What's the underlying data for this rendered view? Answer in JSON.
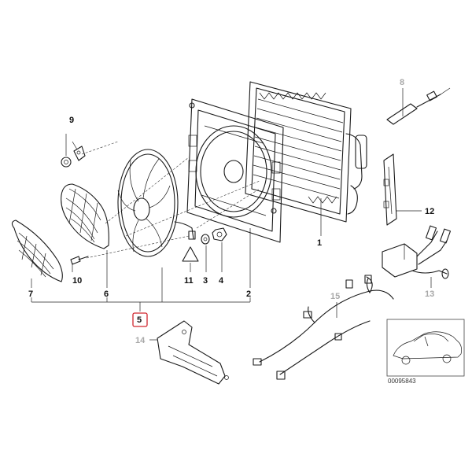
{
  "diagram": {
    "reference_code": "00095843",
    "highlighted_callout": "5",
    "callouts": [
      {
        "id": "c1",
        "label": "1",
        "muted": false
      },
      {
        "id": "c2",
        "label": "2",
        "muted": false
      },
      {
        "id": "c3",
        "label": "3",
        "muted": false
      },
      {
        "id": "c4",
        "label": "4",
        "muted": false
      },
      {
        "id": "c5",
        "label": "5",
        "muted": false
      },
      {
        "id": "c6",
        "label": "6",
        "muted": false
      },
      {
        "id": "c7",
        "label": "7",
        "muted": false
      },
      {
        "id": "c8",
        "label": "8",
        "muted": true
      },
      {
        "id": "c9",
        "label": "9",
        "muted": false
      },
      {
        "id": "c10",
        "label": "10",
        "muted": false
      },
      {
        "id": "c11",
        "label": "11",
        "muted": false
      },
      {
        "id": "c12",
        "label": "12",
        "muted": false
      },
      {
        "id": "c13",
        "label": "13",
        "muted": true
      },
      {
        "id": "c14",
        "label": "14",
        "muted": true
      },
      {
        "id": "c15",
        "label": "15",
        "muted": true
      }
    ],
    "colors": {
      "line": "#1a1a1a",
      "muted_label": "#a8a8a8",
      "highlight": "#d0262f"
    }
  }
}
